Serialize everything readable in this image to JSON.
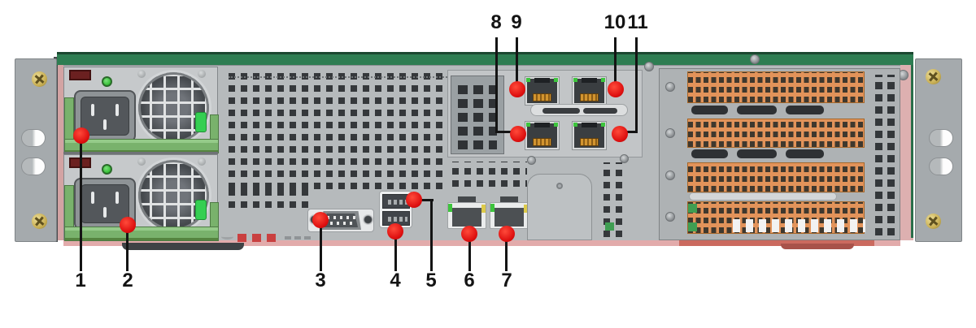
{
  "diagram": {
    "kind": "server-rear-panel-callout-diagram",
    "callouts": [
      {
        "label": "1",
        "component": "power-supply-1-ac-inlet"
      },
      {
        "label": "2",
        "component": "power-supply-2-ac-inlet"
      },
      {
        "label": "3",
        "component": "serial-port"
      },
      {
        "label": "4",
        "component": "usb-port-lower"
      },
      {
        "label": "5",
        "component": "usb-port-upper"
      },
      {
        "label": "6",
        "component": "ethernet-port-left"
      },
      {
        "label": "7",
        "component": "ethernet-port-right"
      },
      {
        "label": "8",
        "component": "riser-ethernet-port-lower-left"
      },
      {
        "label": "9",
        "component": "riser-ethernet-port-upper-left"
      },
      {
        "label": "10",
        "component": "riser-ethernet-port-upper-right"
      },
      {
        "label": "11",
        "component": "riser-ethernet-port-lower-right"
      }
    ],
    "colors": {
      "chassis_gray": "#b6babc",
      "chassis_green_strip": "#2e7d52",
      "psu_handle_green": "#79b26c",
      "status_led_green": "#3dc43d",
      "slot_cover_orange": "#e2935a",
      "callout_dot_red": "#dd0f0f",
      "bottom_trim_pink": "#e2abab"
    }
  }
}
